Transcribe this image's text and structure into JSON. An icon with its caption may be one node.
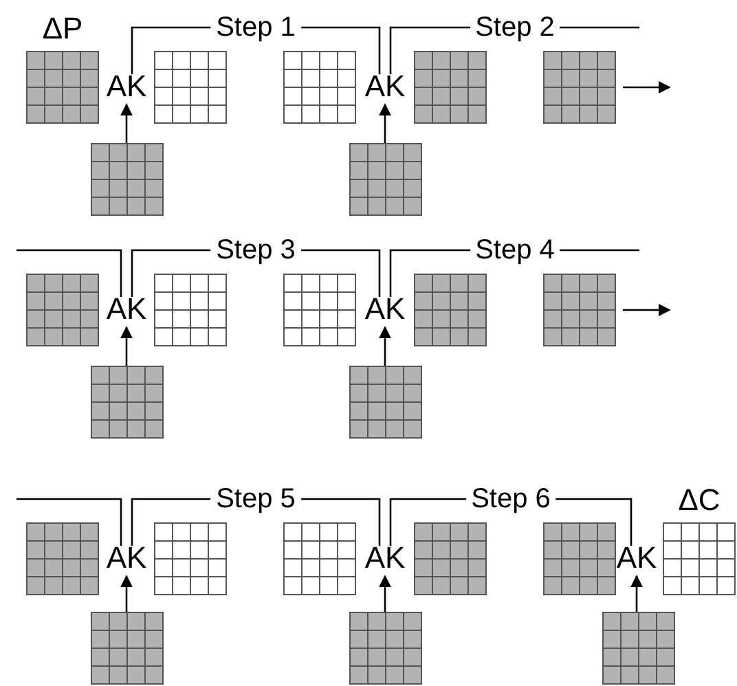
{
  "diagram": {
    "nodes": [
      {
        "text": [],
        "shape": "grid",
        "beside": [
          "ΔP"
        ]
      },
      {
        "text": [
          "AK"
        ]
      },
      {
        "text": [],
        "shape": "grid"
      },
      {
        "text": [],
        "shape": "grid"
      },
      {
        "text": [
          "AK"
        ]
      },
      {
        "text": [],
        "shape": "grid"
      },
      {
        "text": [],
        "shape": "grid"
      },
      {
        "text": [],
        "shape": "grid"
      },
      {
        "text": [],
        "shape": "grid"
      },
      {
        "text": [],
        "shape": "grid"
      },
      {
        "text": [
          "AK"
        ]
      },
      {
        "text": [],
        "shape": "grid"
      },
      {
        "text": [],
        "shape": "grid"
      },
      {
        "text": [
          "AK"
        ]
      },
      {
        "text": [],
        "shape": "grid"
      },
      {
        "text": [],
        "shape": "grid"
      },
      {
        "text": [],
        "shape": "grid"
      },
      {
        "text": [],
        "shape": "grid"
      },
      {
        "text": [],
        "shape": "grid"
      },
      {
        "text": [
          "AK"
        ]
      },
      {
        "text": [],
        "shape": "grid"
      },
      {
        "text": [],
        "shape": "grid"
      },
      {
        "text": [
          "AK"
        ]
      },
      {
        "text": [],
        "shape": "grid"
      },
      {
        "text": [],
        "shape": "grid"
      },
      {
        "text": [
          "AK"
        ]
      },
      {
        "text": [],
        "shape": "grid",
        "beside": [
          "ΔC"
        ]
      },
      {
        "text": [],
        "shape": "grid"
      },
      {
        "text": [],
        "shape": "grid"
      },
      {
        "text": [],
        "shape": "grid"
      }
    ],
    "edges": [
      {
        "from": 7,
        "to": 1,
        "arrow": "to"
      },
      {
        "from": 8,
        "to": 4,
        "arrow": "to"
      },
      {
        "from": 1,
        "to": 4,
        "arrow": "none",
        "label": "Step 1"
      },
      {
        "from": 4,
        "to": null,
        "arrow": "none",
        "label": "Step 2"
      },
      {
        "from": 6,
        "to": null,
        "arrow": "to"
      },
      {
        "from": null,
        "to": 10,
        "arrow": "none"
      },
      {
        "from": 16,
        "to": 10,
        "arrow": "to"
      },
      {
        "from": 17,
        "to": 13,
        "arrow": "to"
      },
      {
        "from": 10,
        "to": 13,
        "arrow": "none",
        "label": "Step 3"
      },
      {
        "from": 13,
        "to": null,
        "arrow": "none",
        "label": "Step 4"
      },
      {
        "from": 15,
        "to": null,
        "arrow": "to"
      },
      {
        "from": null,
        "to": 19,
        "arrow": "none"
      },
      {
        "from": 27,
        "to": 19,
        "arrow": "to"
      },
      {
        "from": 28,
        "to": 22,
        "arrow": "to"
      },
      {
        "from": 29,
        "to": 25,
        "arrow": "to"
      },
      {
        "from": 19,
        "to": 22,
        "arrow": "none",
        "label": "Step 5"
      },
      {
        "from": 22,
        "to": 25,
        "arrow": "none",
        "label": "Step 6"
      }
    ]
  }
}
